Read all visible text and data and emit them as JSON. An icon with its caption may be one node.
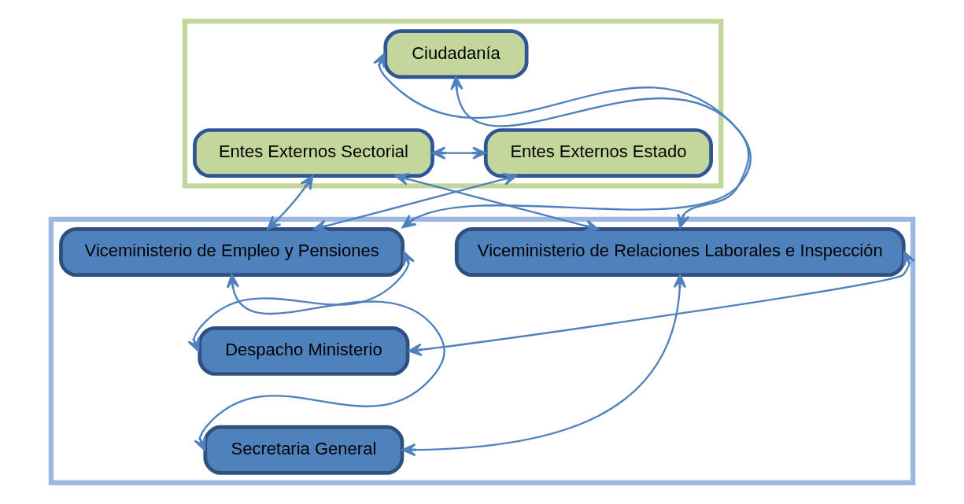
{
  "diagram": {
    "nodes": [
      {
        "text": [],
        "shape": "box"
      },
      {
        "text": [],
        "shape": "box"
      },
      {
        "text": [
          "Ciudadanía"
        ],
        "in": 0
      },
      {
        "text": [
          "Entes Externos Sectorial"
        ],
        "in": 0
      },
      {
        "text": [
          "Entes Externos Estado"
        ],
        "in": 0
      },
      {
        "text": [
          "Viceministerio de Empleo y Pensiones"
        ],
        "in": 1
      },
      {
        "text": [
          "Viceministerio de Relaciones Laborales e Inspección"
        ],
        "in": 1
      },
      {
        "text": [
          "Despacho Ministerio"
        ],
        "in": 1
      },
      {
        "text": [
          "Secretaria General"
        ],
        "in": 1
      }
    ],
    "edges": [
      {
        "from": 3,
        "to": 4,
        "arrow": "both"
      },
      {
        "from": 3,
        "to": 5,
        "arrow": "both"
      },
      {
        "from": 5,
        "to": 2,
        "arrow": "both"
      },
      {
        "from": 5,
        "to": 4,
        "arrow": "both"
      },
      {
        "from": 6,
        "to": 3,
        "arrow": "both"
      },
      {
        "from": 2,
        "to": 6,
        "arrow": "both"
      },
      {
        "from": 5,
        "to": 7,
        "arrow": "both"
      },
      {
        "from": 7,
        "to": 6,
        "arrow": "both"
      },
      {
        "from": 5,
        "to": 8,
        "arrow": "both"
      },
      {
        "from": 8,
        "to": 6,
        "arrow": "both"
      }
    ]
  }
}
